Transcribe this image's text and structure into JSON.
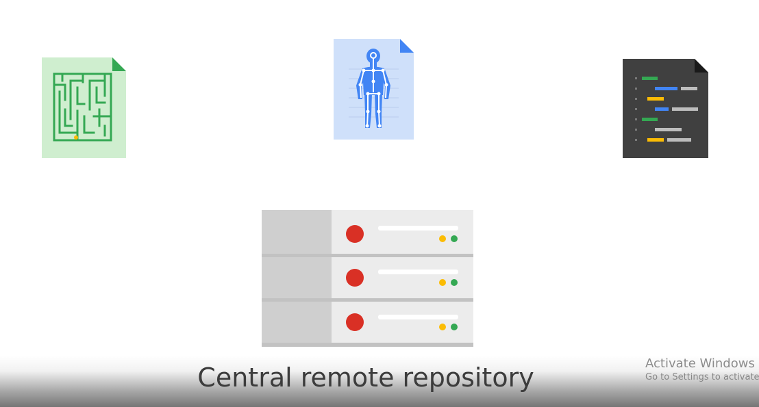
{
  "diagram": {
    "caption": "Central remote repository",
    "documents": [
      {
        "name": "maze-document-icon",
        "accent": "#34a853",
        "paper": "#cfeecf"
      },
      {
        "name": "human-figure-document-icon",
        "accent": "#4285f4",
        "paper": "#cfe0fa"
      },
      {
        "name": "code-document-icon",
        "accent": "#202124",
        "paper": "#404040"
      }
    ],
    "server": {
      "racks": 3,
      "power_color": "#d93025",
      "led_colors": [
        "#fbbc04",
        "#34a853"
      ]
    }
  },
  "watermark": {
    "title": "Activate Windows",
    "subtitle": "Go to Settings to activate Windows."
  }
}
